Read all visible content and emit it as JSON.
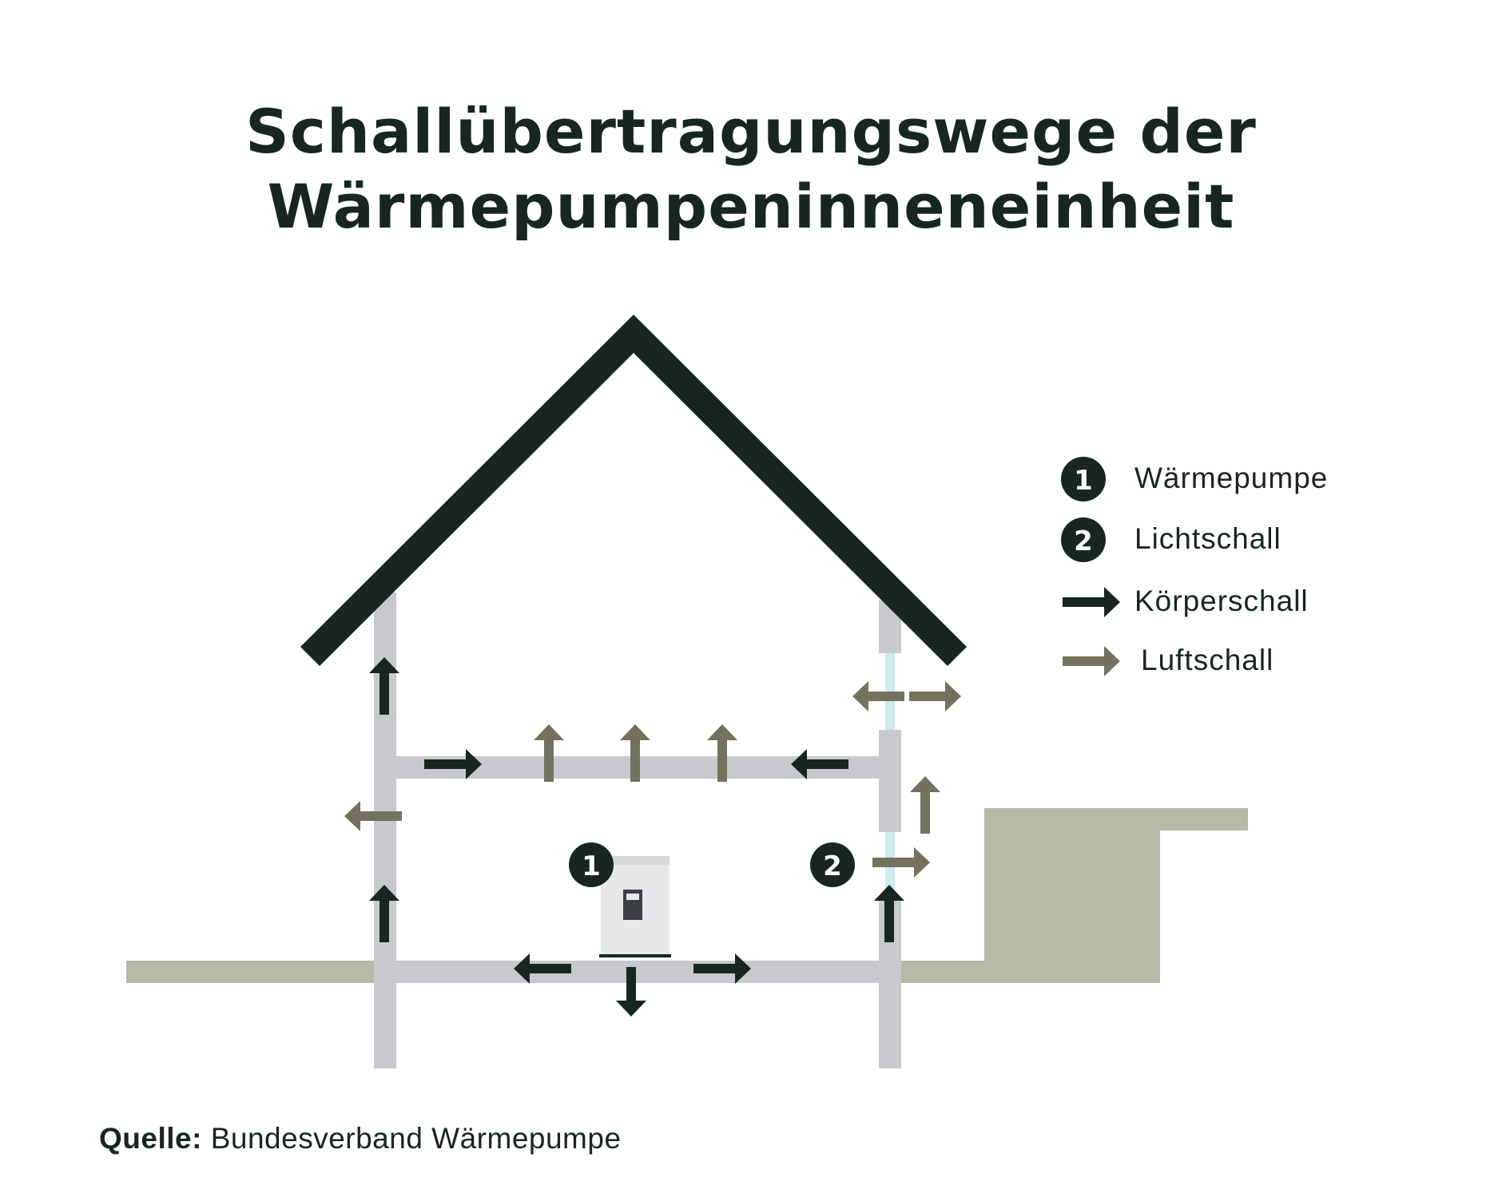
{
  "title": {
    "line1": "Schallübertragungswege der",
    "line2": "Wärmepumpeninneneinheit"
  },
  "markers": {
    "one": "1",
    "two": "2"
  },
  "legend": {
    "items": [
      {
        "badge": "1",
        "label": "Wärmepumpe"
      },
      {
        "badge": "2",
        "label": "Lichtschall"
      },
      {
        "arrow": "dark-arrow",
        "label": "Körperschall"
      },
      {
        "arrow": "grey-arrow",
        "label": "Luftschall"
      }
    ]
  },
  "source": {
    "prefix": "Quelle:",
    "text": "Bundesverband Wärmepumpe"
  },
  "colors": {
    "dark": "#17271f",
    "wall": "#c8c9cd",
    "ground": "#b5b9a5",
    "airborne_arrow": "#72725f",
    "window": "#cfeaf0",
    "unit": "#e6e7e9"
  }
}
